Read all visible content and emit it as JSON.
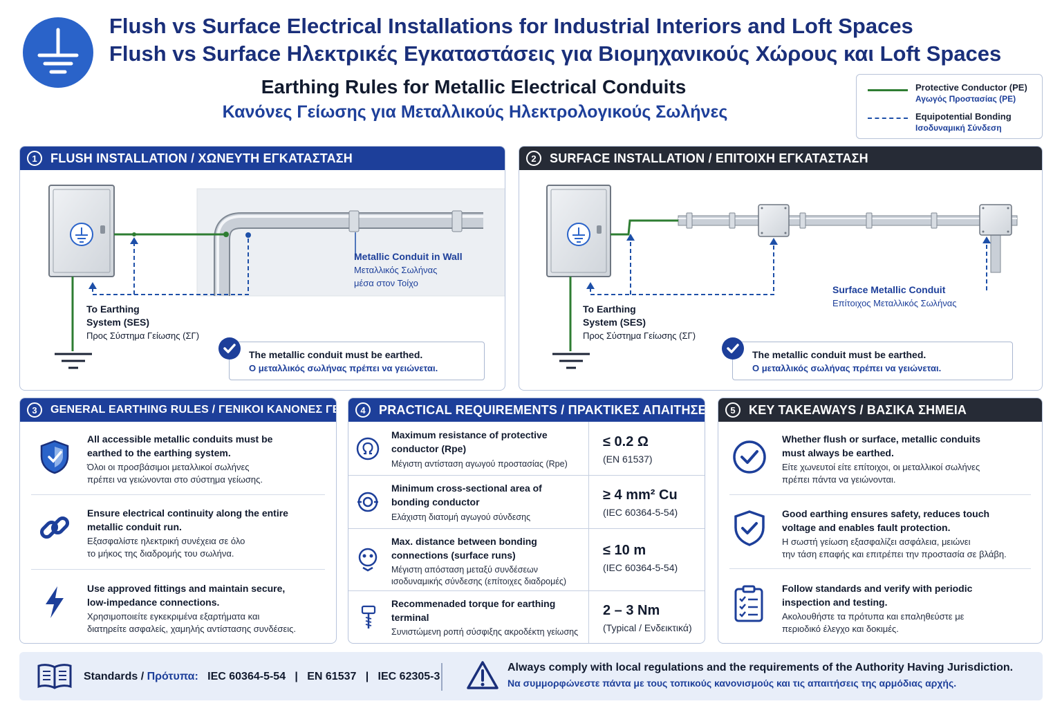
{
  "header": {
    "title_en": "Flush vs Surface Electrical Installations for Industrial Interiors and Loft Spaces",
    "title_gr": "Flush vs Surface Ηλεκτρικές Εγκαταστάσεις για Βιομηχανικούς Χώρους και Loft Spaces",
    "subtitle_en": "Earthing Rules for Metallic Electrical Conduits",
    "subtitle_gr": "Κανόνες Γείωσης για Μεταλλικούς Ηλεκτρολογικούς Σωλήνες",
    "logo_icon": "earth-ground-icon"
  },
  "legend": {
    "pe_en": "Protective Conductor (PE)",
    "pe_gr": "Αγωγός Προστασίας (PE)",
    "bond_en": "Equipotential Bonding",
    "bond_gr": "Ισοδυναμική Σύνδεση",
    "pe_color": "#2e7d32",
    "bond_color": "#1d4fa8"
  },
  "flush": {
    "num": "1",
    "title": "FLUSH INSTALLATION / ΧΩΝΕΥΤΗ ΕΓΚΑΤΑΣΤΑΣΗ",
    "conduit_en": "Metallic Conduit in Wall",
    "conduit_gr1": "Μεταλλικός Σωλήνας",
    "conduit_gr2": "μέσα στον Τοίχο",
    "earth_en1": "To Earthing",
    "earth_en2": "System (SES)",
    "earth_gr": "Προς Σύστημα Γείωσης (ΣΓ)",
    "check_en": "The metallic conduit must be earthed.",
    "check_gr": "Ο μεταλλικός σωλήνας πρέπει να γειώνεται."
  },
  "surface": {
    "num": "2",
    "title": "SURFACE INSTALLATION / ΕΠΙΤΟΙΧΗ ΕΓΚΑΤΑΣΤΑΣΗ",
    "conduit_en": "Surface Metallic Conduit",
    "conduit_gr": "Επίτοιχος Μεταλλικός Σωλήνας",
    "earth_en1": "To Earthing",
    "earth_en2": "System (SES)",
    "earth_gr": "Προς Σύστημα Γείωσης (ΣΓ)",
    "check_en": "The metallic conduit must be earthed.",
    "check_gr": "Ο μεταλλικός σωλήνας πρέπει να γειώνεται."
  },
  "rules": {
    "num": "3",
    "title": "GENERAL EARTHING RULES / ΓΕΝΙΚΟΙ ΚΑΝΟΝΕΣ ΓΕΙΩΣΗΣ",
    "items": [
      {
        "icon": "shield-icon",
        "en1": "All accessible metallic conduits must be",
        "en2": "earthed to the earthing system.",
        "gr1": "Όλοι οι προσβάσιμοι μεταλλικοί σωλήνες",
        "gr2": "πρέπει να γειώνονται στο σύστημα γείωσης."
      },
      {
        "icon": "chain-link-icon",
        "en1": "Ensure electrical continuity along the entire",
        "en2": "metallic conduit run.",
        "gr1": "Εξασφαλίστε ηλεκτρική συνέχεια σε όλο",
        "gr2": "το μήκος της διαδρομής του σωλήνα."
      },
      {
        "icon": "lightning-bolt-icon",
        "en1": "Use approved fittings and maintain secure,",
        "en2": "low-impedance connections.",
        "gr1": "Χρησιμοποιείτε εγκεκριμένα εξαρτήματα και",
        "gr2": "διατηρείτε ασφαλείς, χαμηλής αντίστασης συνδέσεις."
      }
    ]
  },
  "requirements": {
    "num": "4",
    "title": "PRACTICAL REQUIREMENTS / ΠΡΑΚΤΙΚΕΣ ΑΠΑΙΤΗΣΕΙΣ",
    "items": [
      {
        "icon": "ohm-icon",
        "en1": "Maximum resistance of protective",
        "en2": "conductor (Rpe)",
        "gr1": "Μέγιστη αντίσταση αγωγού προστασίας (Rpe)",
        "gr2": "",
        "value": "≤ 0.2 Ω",
        "std": "(EN 61537)"
      },
      {
        "icon": "bonding-connector-icon",
        "en1": "Minimum cross-sectional area of",
        "en2": "bonding conductor",
        "gr1": "Ελάχιστη διατομή αγωγού σύνδεσης",
        "gr2": "",
        "value": "≥ 4 mm² Cu",
        "std": "(IEC 60364-5-54)"
      },
      {
        "icon": "distance-connector-icon",
        "en1": "Max. distance between bonding",
        "en2": "connections (surface runs)",
        "gr1": "Μέγιστη απόσταση μεταξύ συνδέσεων",
        "gr2": "ισοδυναμικής σύνδεσης (επίτοιχες διαδρομές)",
        "value": "≤ 10 m",
        "std": "(IEC 60364-5-54)"
      },
      {
        "icon": "torque-terminal-icon",
        "en1": "Recommenaded torque for earthing",
        "en2": "terminal",
        "gr1": "Συνιστώμενη ροπή σύσφιξης ακροδέκτη γείωσης",
        "gr2": "",
        "value": "2 – 3 Nm",
        "std": "(Typical / Ενδεικτικά)"
      }
    ]
  },
  "takeaways": {
    "num": "5",
    "title": "KEY TAKEAWAYS / ΒΑΣΙΚΑ ΣΗΜΕΙΑ",
    "items": [
      {
        "icon": "check-circle-icon",
        "en1": "Whether flush or surface, metallic conduits",
        "en2": "must always be earthed.",
        "gr1": "Είτε χωνευτοί είτε επίτοιχοι, οι μεταλλικοί σωλήνες",
        "gr2": "πρέπει πάντα να γειώνονται."
      },
      {
        "icon": "shield-check-icon",
        "en1": "Good earthing ensures safety, reduces touch",
        "en2": "voltage and enables fault protection.",
        "gr1": "Η σωστή γείωση εξασφαλίζει ασφάλεια, μειώνει",
        "gr2": "την τάση επαφής και επιτρέπει την προστασία σε βλάβη."
      },
      {
        "icon": "clipboard-checklist-icon",
        "en1": "Follow standards and verify with periodic",
        "en2": "inspection and testing.",
        "gr1": "Ακολουθήστε τα πρότυπα και επαληθεύστε με",
        "gr2": "περιοδικό έλεγχο και δοκιμές."
      }
    ]
  },
  "footer": {
    "book_icon": "open-book-icon",
    "standards_label_en": "Standards / ",
    "standards_label_gr": "Πρότυπα:",
    "standards": "IEC 60364-5-54   |   EN 61537   |   IEC 62305-3",
    "warning_icon": "warning-triangle-icon",
    "warn_en": "Always comply with local regulations and the requirements of the Authority Having Jurisdiction.",
    "warn_gr": "Να συμμορφώνεστε πάντα με τους τοπικούς κανονισμούς και τις απαιτήσεις της αρμόδιας αρχής."
  }
}
